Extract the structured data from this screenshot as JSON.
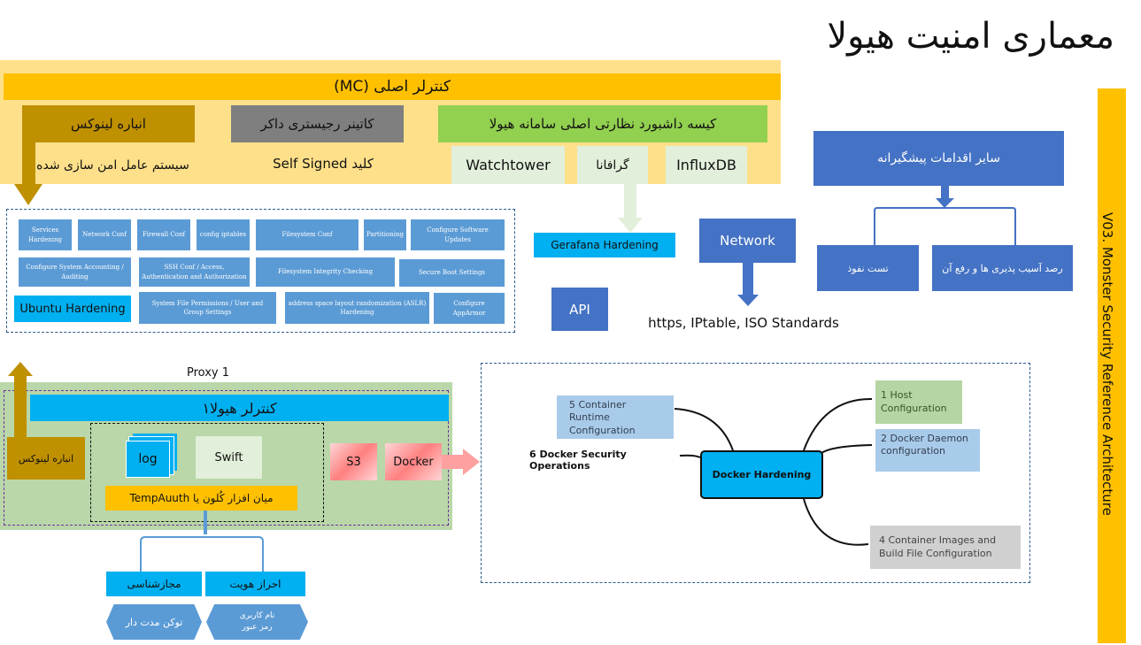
{
  "title": "معماری امنیت هیولا",
  "side_banner": "V03. Monster Security Reference Architecture",
  "main_controller": {
    "label": "کنترلر اصلی (MC)",
    "linux_store": "انباره لینوکس",
    "hardened_os": "سیستم عامل امن سازی شده",
    "docker_registry": "کاتینر رجیستری داکر",
    "self_signed_key": "کلید  Self Signed",
    "dashboard": "کیسه داشبورد نظارتی اصلی سامانه هیولا",
    "watchtower": "Watchtower",
    "grafana": "گرافانا",
    "influxdb": "InfluxDB"
  },
  "ubuntu_hardening": {
    "label": "Ubuntu Hardening",
    "items": [
      "Services Hardening",
      "Network Conf",
      "Firewall Conf",
      "config iptables",
      "Filesystem Conf",
      "Partitioning",
      "Configure Software Updates",
      "Configure System Accounting / Auditing",
      "SSH Conf / Access, Authentication and Authorization",
      "Filesystem Integrity Checking",
      "Secure Boot Settings",
      "System File Permissions / User and Group Settings",
      "address space layout randomization (ASLR)  Hardening",
      "Configure AppArmor"
    ]
  },
  "grafana_hardening": "Gerafana Hardening",
  "network": {
    "label": "Network",
    "detail": "https, IPtable, ISO Standards"
  },
  "api": "API",
  "preventive": {
    "label": "سایر اقدامات پیشگیرانه",
    "children": [
      "تست نفوذ",
      "رصد آسیب پذیری ها و رفع آن"
    ]
  },
  "proxy": {
    "label": "Proxy 1",
    "controller": "کنترلر هیولا۱",
    "linux_store": "انباره لینوکس",
    "log": "log",
    "swift": "Swift",
    "middleware": "میان افزار کُلون یا TempAuuth",
    "s3": "S3",
    "docker": "Docker"
  },
  "auth": {
    "authorization": "مجازشناسی",
    "authentication": "احراز هویت",
    "token": "توکن مدت دار",
    "username": "نام کاربری",
    "password": "رمز عبور"
  },
  "docker_hardening": {
    "center": "Docker Hardening",
    "nodes": {
      "host": "1 Host Configuration",
      "daemon": "2 Docker Daemon configuration",
      "images": "4 Container Images and Build File Configuration",
      "runtime": "5 Container Runtime Configuration",
      "operations": "6 Docker Security Operations"
    }
  },
  "colors": {
    "mc_bar": "#FFC000",
    "mc_bg": "#FFE08A",
    "linux_store": "#BF9000",
    "registry": "#7F7F7F",
    "dashboard": "#92D050",
    "blue_box": "#5B9BD5",
    "dark_blue": "#4472C4",
    "cyan": "#00B0F0",
    "proxy_bg": "#B9D7A8"
  }
}
